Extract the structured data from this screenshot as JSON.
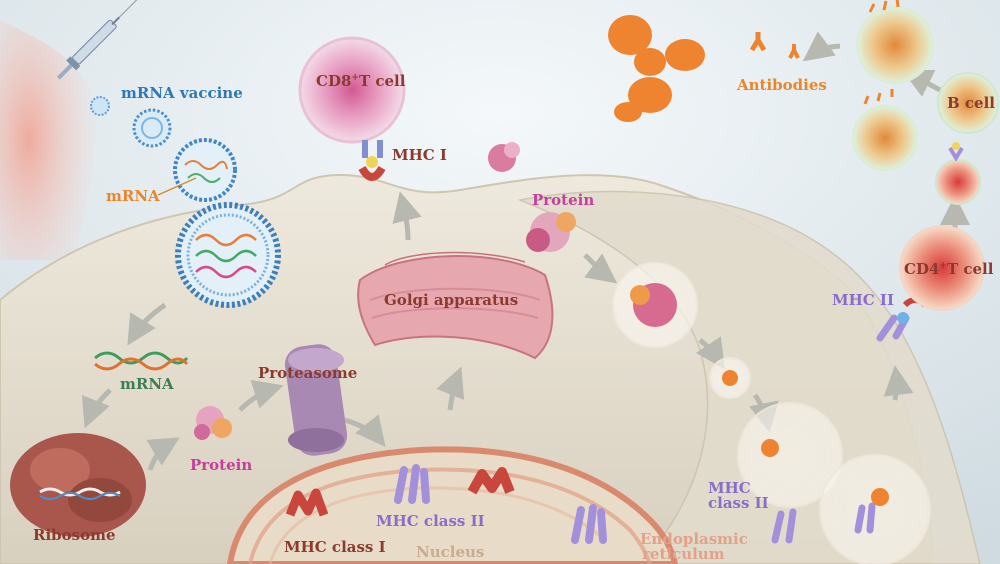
{
  "labels": {
    "mrna_vaccine": "mRNA vaccine",
    "mrna_top": "mRNA",
    "mrna_left": "mRNA",
    "cd8_pre": "CD8",
    "cd8_sup": "+",
    "cd8_post": "T cell",
    "mhc1_top": "MHC I",
    "protein_top": "Protein",
    "antibodies": "Antibodies",
    "b_cell": "B cell",
    "cd4_pre": "CD4",
    "cd4_sup": "+",
    "cd4_post": "T cell",
    "mhc2_right": "MHC II",
    "golgi": "Golgi apparatus",
    "proteasome": "Proteasome",
    "protein_left": "Protein",
    "ribosome": "Ribosome",
    "mhc_class1": "MHC class I",
    "mhc_class2": "MHC class II",
    "nucleus": "Nucleus",
    "er_line1": "Endoplasmic",
    "er_line2": "reticulum",
    "mhc_class2_stack_1": "MHC",
    "mhc_class2_stack_2": "class II"
  },
  "colors": {
    "cell_body": "#e7e1d3",
    "cell_edge": "#cfc6b2",
    "background": "#dfe9ee",
    "antibody": "#ee8430",
    "ribosome": "#a9574c",
    "mhc1": "#c9463d",
    "mhc2": "#a290da",
    "golgi": "#e6a7ae",
    "proteasome": "#a889b3",
    "nucleus_membrane": "#d9866a"
  }
}
